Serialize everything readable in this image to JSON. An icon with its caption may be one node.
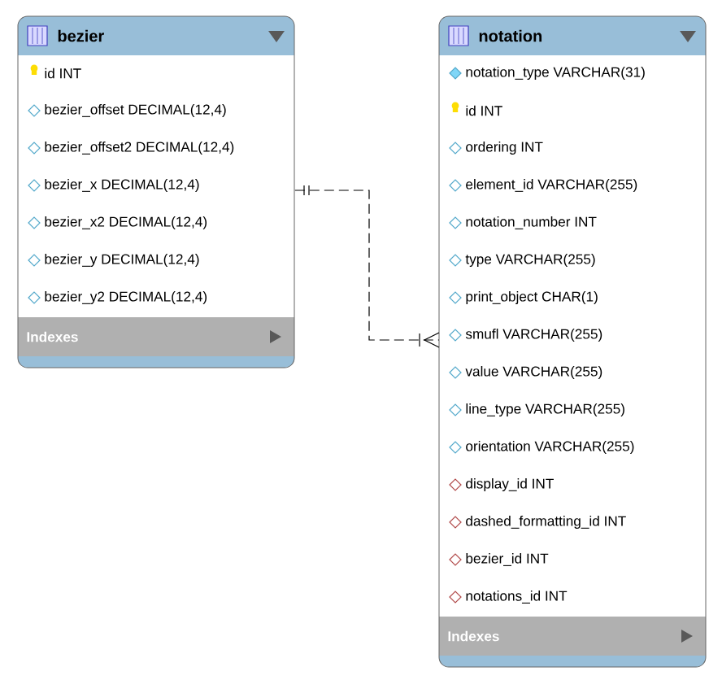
{
  "diagram": {
    "nodes": [
      {
        "text": [
          "bezier",
          "id INT",
          "bezier_offset DECIMAL(12,4)",
          "bezier_offset2 DECIMAL(12,4)",
          "bezier_x DECIMAL(12,4)",
          "bezier_x2 DECIMAL(12,4)",
          "bezier_y DECIMAL(12,4)",
          "bezier_y2 DECIMAL(12,4)",
          "Indexes"
        ]
      },
      {
        "text": [
          "notation",
          "notation_type VARCHAR(31)",
          "id INT",
          "ordering INT",
          "element_id VARCHAR(255)",
          "notation_number INT",
          "type VARCHAR(255)",
          "print_object CHAR(1)",
          "smufl VARCHAR(255)",
          "value VARCHAR(255)",
          "line_type VARCHAR(255)",
          "orientation VARCHAR(255)",
          "display_id INT",
          "dashed_formatting_id INT",
          "bezier_id INT",
          "notations_id INT",
          "Indexes"
        ]
      }
    ],
    "edges": [
      {
        "from": 0,
        "to": 1,
        "arrow": "other",
        "style": "dashed"
      }
    ]
  }
}
